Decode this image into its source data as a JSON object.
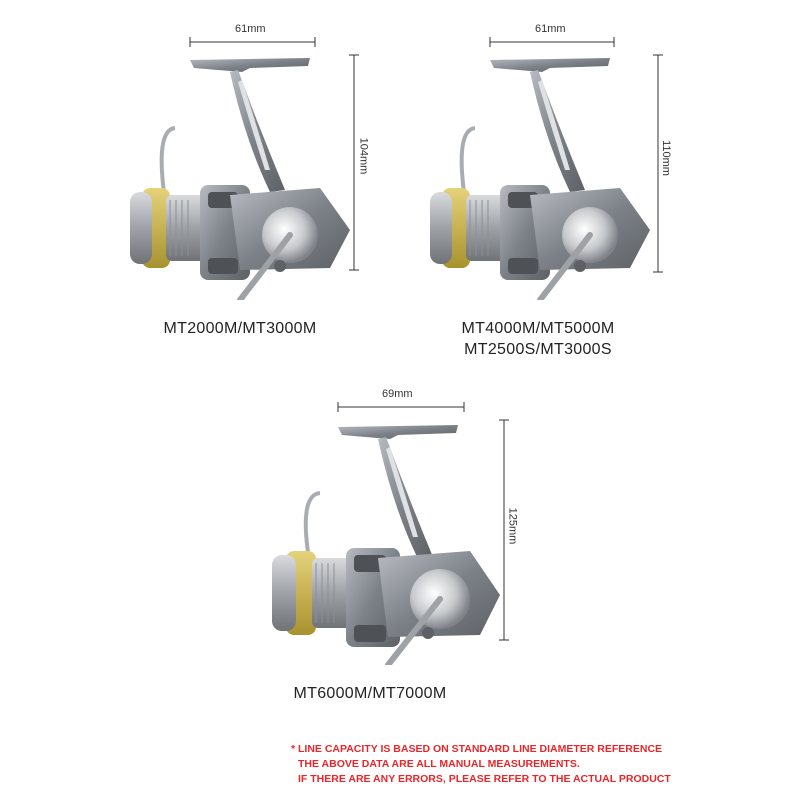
{
  "reels": [
    {
      "width_label": "61mm",
      "height_label": "104mm",
      "models": [
        "MT2000M/MT3000M"
      ]
    },
    {
      "width_label": "61mm",
      "height_label": "110mm",
      "models": [
        "MT4000M/MT5000M",
        "MT2500S/MT3000S"
      ]
    },
    {
      "width_label": "69mm",
      "height_label": "125mm",
      "models": [
        "MT6000M/MT7000M"
      ]
    }
  ],
  "notes": [
    "* LINE CAPACITY IS BASED ON STANDARD LINE DIAMETER REFERENCE",
    "THE ABOVE DATA ARE ALL MANUAL MEASUREMENTS.",
    "IF THERE ARE ANY ERRORS, PLEASE REFER TO THE ACTUAL PRODUCT"
  ],
  "colors": {
    "note_text": "#e8262a",
    "reel_body": "#8c9096",
    "spool_accent": "#c9b24a"
  }
}
